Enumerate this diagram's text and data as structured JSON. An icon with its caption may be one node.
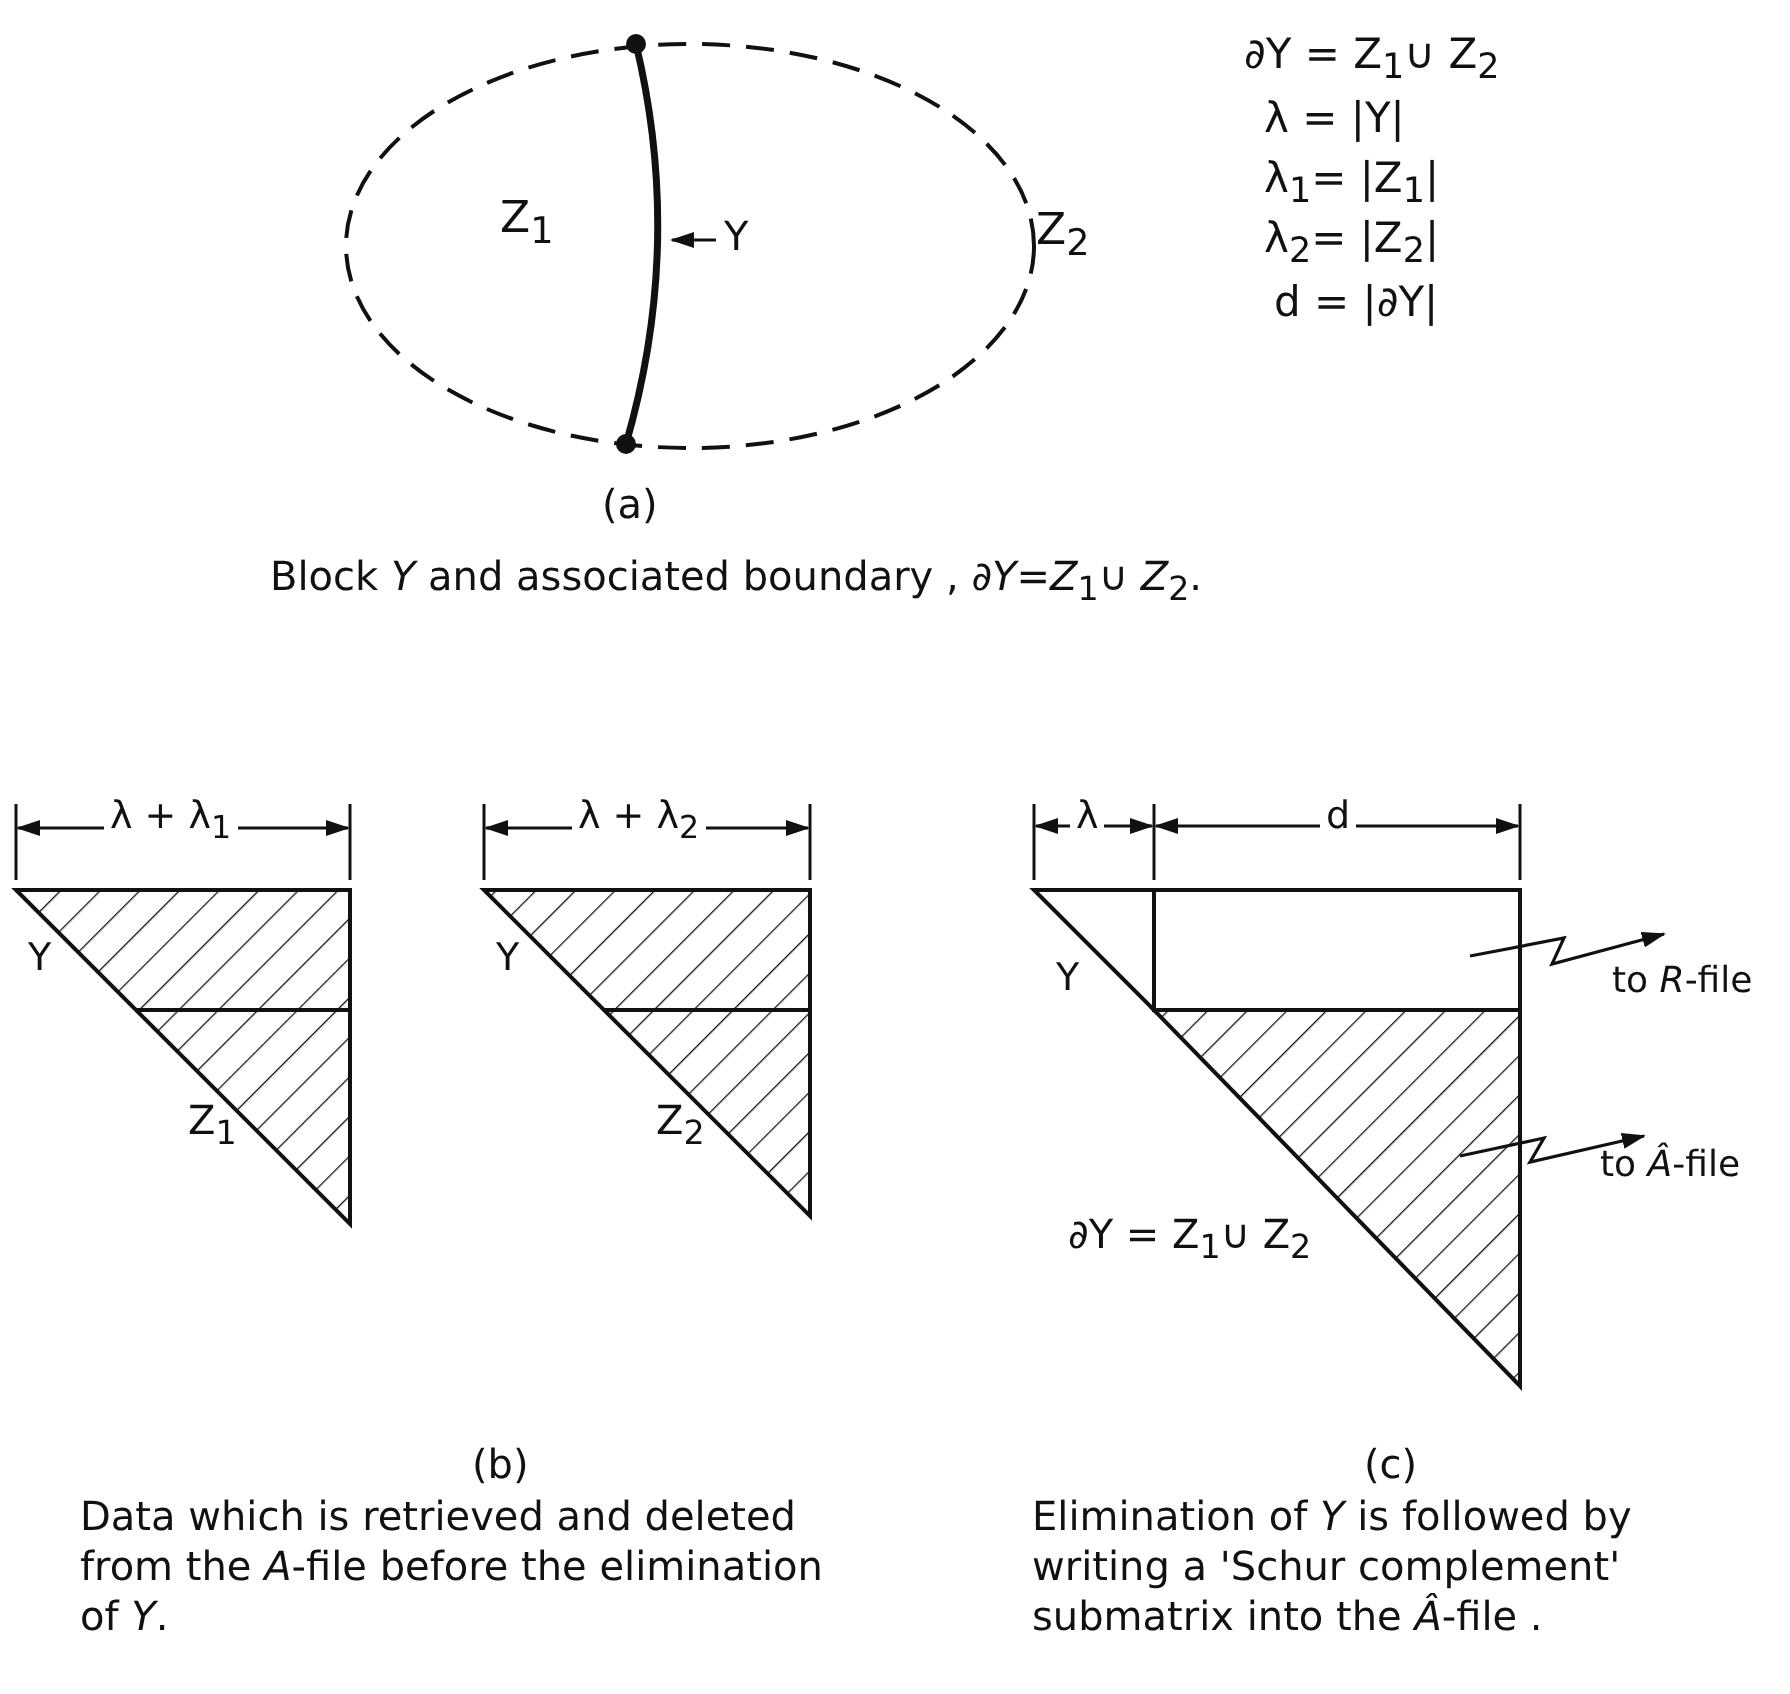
{
  "diagram": {
    "nodes": [
      {
        "text": [
          "Y"
        ]
      },
      {
        "text": [],
        "shape": "curve"
      },
      {
        "text": [],
        "shape": "box"
      },
      {
        "text": [
          "to *R*-file"
        ]
      },
      {
        "text": [],
        "shape": "triangle"
      },
      {
        "text": [
          "to *Â*-file"
        ]
      }
    ],
    "edges": [
      {
        "from": 0,
        "to": 1,
        "arrow": "to"
      },
      {
        "from": 2,
        "to": 3,
        "arrow": "to"
      },
      {
        "from": 4,
        "to": 5,
        "arrow": "to"
      }
    ],
    "labels": [
      "Z$_{1}$",
      "Z$_{2}$",
      "∂Y = Z$_{1}$∪ Z$_{2}$",
      "λ  = |Y|",
      "λ$_{1}$= |Z$_{1}$|",
      "λ$_{2}$= |Z$_{2}$|",
      "d  = |∂Y|",
      "(a)",
      "Block *Y* and associated boundary , *∂Y*=*Z*$_{1}$∪ *Z*$_{2}$.",
      "λ + λ$_{1}$",
      "λ + λ$_{2}$",
      "Y",
      "Y",
      "Z$_{1}$",
      "Z$_{2}$",
      "(b)",
      "Data which is retrieved and deleted from the *A*-file before the elimination of *Y*.",
      "λ",
      "d",
      "Y",
      "∂Y = Z$_{1}$∪ Z$_{2}$",
      "(c)",
      "Elimination of *Y* is followed by writing a 'Schur complement' submatrix into the *Â*-file ."
    ]
  }
}
